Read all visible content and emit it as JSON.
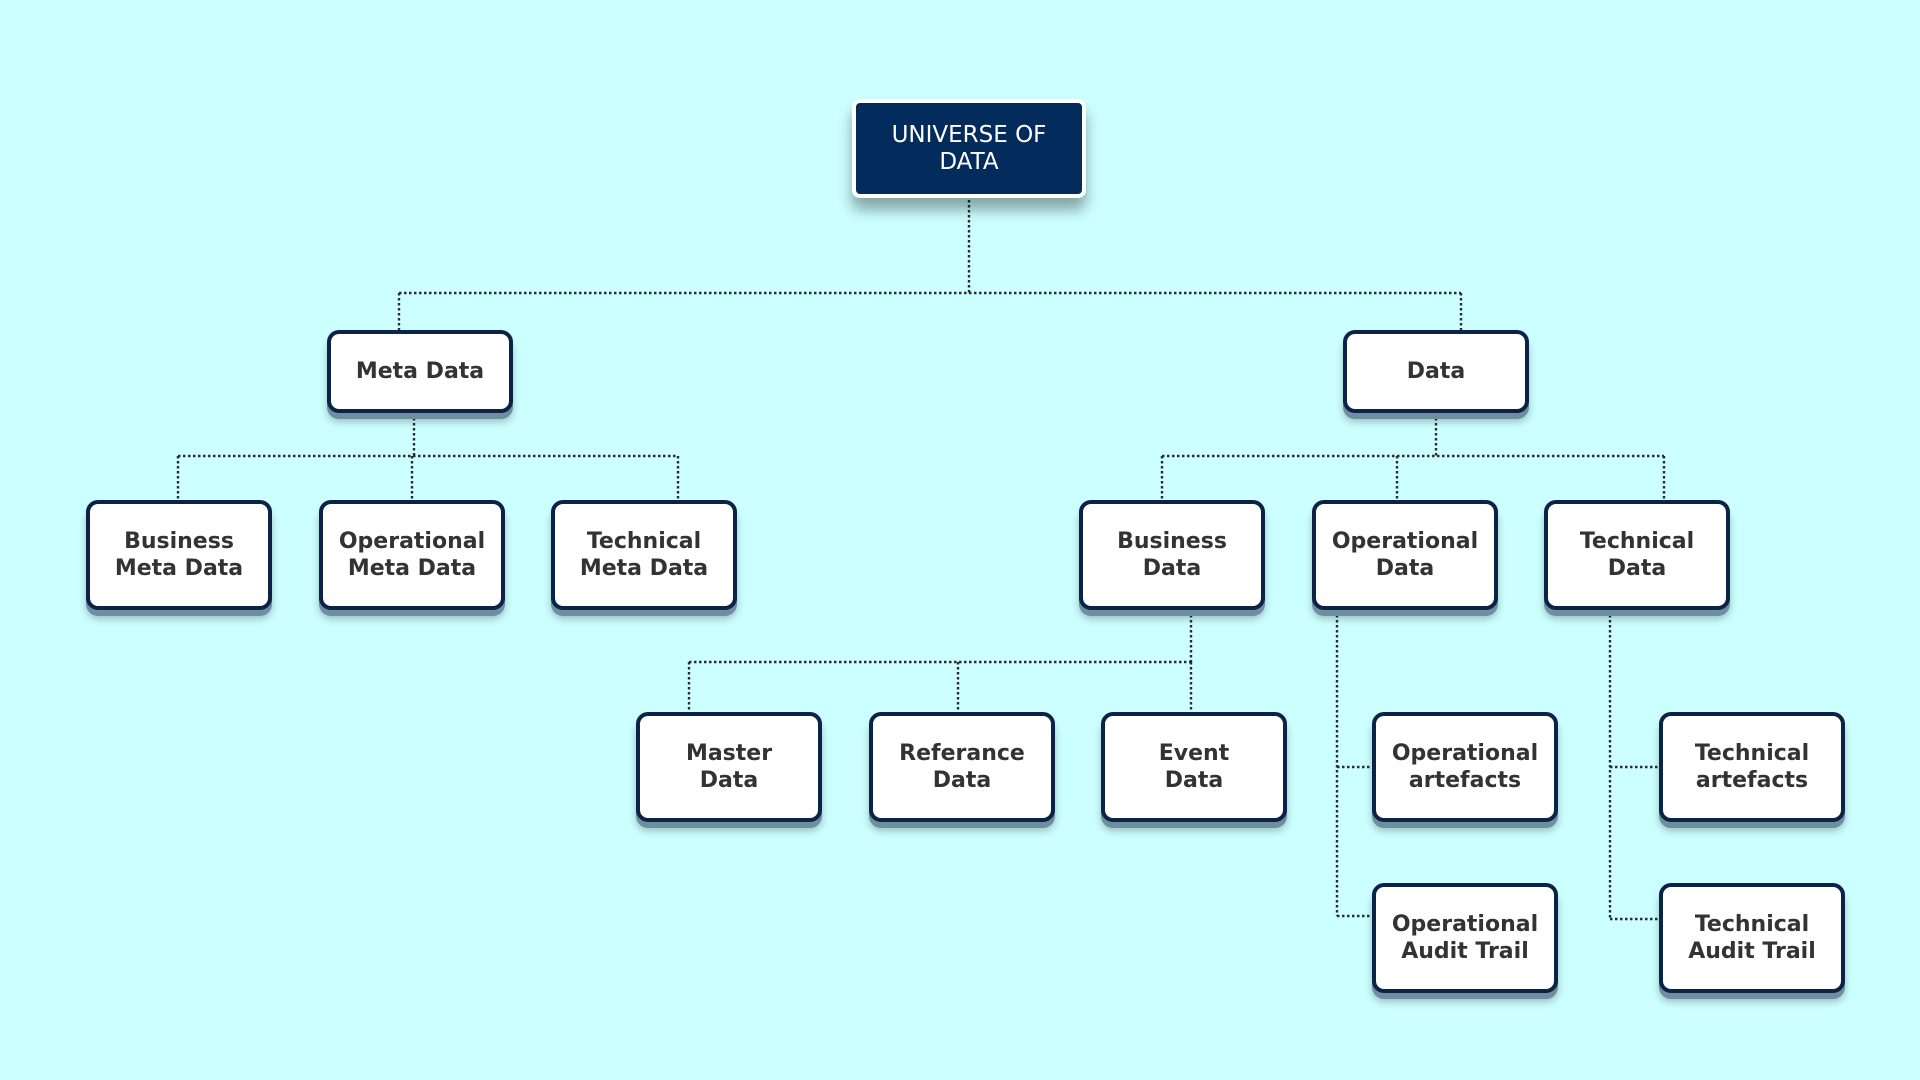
{
  "root": {
    "label": "UNIVERSE OF\nDATA"
  },
  "meta_data": {
    "label": "Meta Data",
    "children": [
      {
        "label": "Business\nMeta Data"
      },
      {
        "label": "Operational\nMeta Data"
      },
      {
        "label": "Technical\nMeta Data"
      }
    ]
  },
  "data": {
    "label": "Data",
    "business_data": {
      "label": "Business\nData",
      "children": [
        {
          "label": "Master\nData"
        },
        {
          "label": "Referance\nData"
        },
        {
          "label": "Event\nData"
        }
      ]
    },
    "operational_data": {
      "label": "Operational\nData",
      "children": [
        {
          "label": "Operational\nartefacts"
        },
        {
          "label": "Operational\nAudit Trail"
        }
      ]
    },
    "technical_data": {
      "label": "Technical\nData",
      "children": [
        {
          "label": "Technical\nartefacts"
        },
        {
          "label": "Technical\nAudit Trail"
        }
      ]
    }
  },
  "colors": {
    "background": "#ccffff",
    "root_fill": "#032b5c",
    "node_border": "#0a2347",
    "connector": "#2b2b2b"
  }
}
